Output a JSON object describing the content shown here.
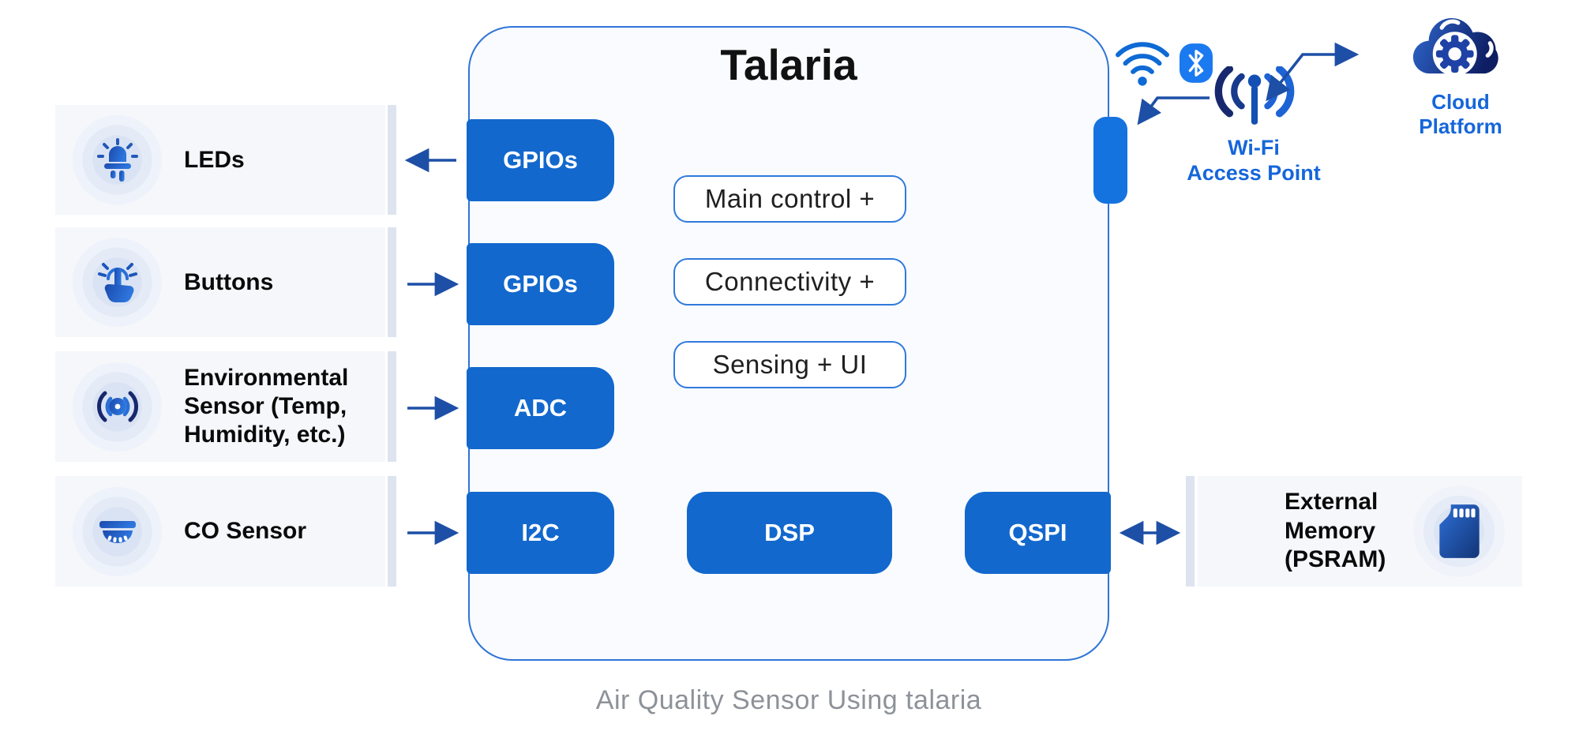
{
  "chip": {
    "title": "Talaria",
    "ports": [
      "GPIOs",
      "GPIOs",
      "ADC",
      "I2C"
    ],
    "functions": [
      "Main control +",
      "Connectivity +",
      "Sensing + UI"
    ],
    "dsp_label": "DSP",
    "qspi_label": "QSPI"
  },
  "peripherals": [
    {
      "label": "LEDs",
      "icon": "led-icon",
      "direction": "output"
    },
    {
      "label": "Buttons",
      "icon": "touch-press-icon",
      "direction": "input"
    },
    {
      "label": "Environmental\nSensor (Temp,\nHumidity, etc.)",
      "icon": "sensor-signal-icon",
      "direction": "input"
    },
    {
      "label": "CO Sensor",
      "icon": "smoke-detector-icon",
      "direction": "input"
    }
  ],
  "connectivity": {
    "wifi_icon": "wifi-icon",
    "bluetooth_icon": "bluetooth-icon",
    "access_point_icon": "antenna-icon",
    "access_point_label": "Wi-Fi\nAccess Point",
    "cloud_icon": "cloud-gear-icon",
    "cloud_label": "Cloud\nPlatform"
  },
  "memory": {
    "label": "External\nMemory\n(PSRAM)",
    "icon": "sd-card-icon"
  },
  "caption": "Air Quality Sensor Using talaria",
  "colors": {
    "block_blue": "#1268cd",
    "chip_border": "#2e74d8",
    "arrow_blue": "#1d4fa6",
    "label_blue": "#1566da",
    "bluetooth_blue": "#1b7af0",
    "panel_bg": "#f5f7fb",
    "bar_gray": "#dde4ef",
    "caption_gray": "#8d9298"
  }
}
